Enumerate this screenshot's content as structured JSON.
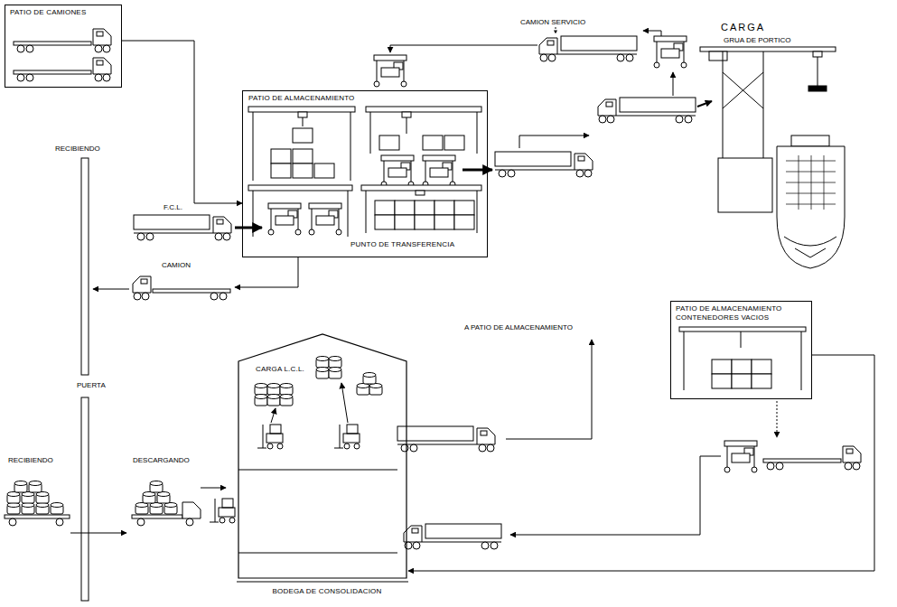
{
  "diagram": {
    "nodes": [
      {
        "text": [
          "PATIO DE CAMIONES"
        ]
      },
      {
        "text": [
          "PATIO DE ALMACENAMIENTO",
          "PUNTO DE TRANSFERENCIA"
        ]
      },
      {
        "text": [
          "PATIO DE ALMACENAMIENTO CONTENEDORES VACIOS"
        ]
      },
      {
        "text": [
          "CARGA L.C.L.",
          "BODEGA DE CONSOLIDACION"
        ]
      }
    ],
    "edges": [
      {
        "from": 0,
        "to": 1,
        "arrow": "to"
      },
      {
        "from": 2,
        "to": 3,
        "arrow": "to"
      }
    ],
    "labels": [
      "CAMION SERVICIO",
      "CARGA",
      "GRUA DE PORTICO",
      "RECIBIENDO",
      "F.C.L.",
      "CAMION",
      "PUERTA",
      "A PATIO DE ALMACENAMIENTO",
      "RECIBIENDO",
      "DESCARGANDO"
    ]
  }
}
